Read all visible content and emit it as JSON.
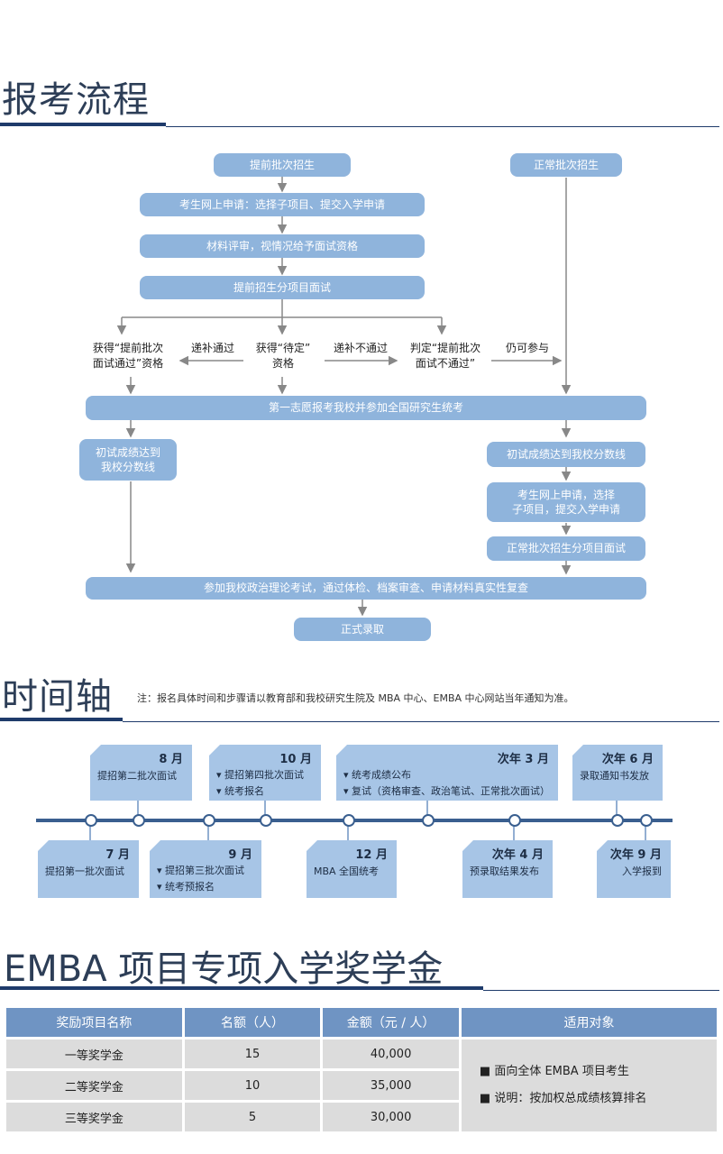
{
  "sections": {
    "process_title": "报考流程",
    "timeline_title": "时间轴",
    "timeline_note": "注：报名具体时间和步骤请以教育部和我校研究生院及 MBA 中心、EMBA 中心网站当年通知为准。",
    "scholarship_title": "EMBA 项目专项入学奖学金"
  },
  "flow": {
    "early_batch": "提前批次招生",
    "normal_batch": "正常批次招生",
    "online_apply": "考生网上申请：选择子项目、提交入学申请",
    "material_review": "材料评审，视情况给予面试资格",
    "early_interview": "提前招生分项目面试",
    "result_pass_1": "获得“提前批次",
    "result_pass_2": "面试通过”资格",
    "supplement_pass": "递补通过",
    "result_pending_1": "获得“待定”",
    "result_pending_2": "资格",
    "supplement_fail": "递补不通过",
    "result_fail_1": "判定“提前批次",
    "result_fail_2": "面试不通过”",
    "still_join": "仍可参与",
    "national_exam": "第一志愿报考我校并参加全国研究生统考",
    "score_left_1": "初试成绩达到",
    "score_left_2": "我校分数线",
    "score_right": "初试成绩达到我校分数线",
    "online_apply_right_1": "考生网上申请，选择",
    "online_apply_right_2": "子项目，提交入学申请",
    "normal_interview": "正常批次招生分项目面试",
    "political_exam": "参加我校政治理论考试，通过体检、档案审查、申请材料真实性复查",
    "admission": "正式录取"
  },
  "timeline": {
    "top": [
      {
        "month": "8 月",
        "lines": [
          "提招第二批次面试"
        ]
      },
      {
        "month": "10 月",
        "lines": [
          "▾ 提招第四批次面试",
          "▾ 统考报名"
        ]
      },
      {
        "month": "次年 3 月",
        "lines": [
          "▾ 统考成绩公布",
          "▾ 复试（资格审查、政治笔试、正常批次面试）"
        ]
      },
      {
        "month": "次年 6 月",
        "lines": [
          "录取通知书发放"
        ]
      }
    ],
    "bottom": [
      {
        "month": "7 月",
        "lines": [
          "提招第一批次面试"
        ]
      },
      {
        "month": "9 月",
        "lines": [
          "▾ 提招第三批次面试",
          "▾ 统考预报名"
        ]
      },
      {
        "month": "12 月",
        "lines": [
          "MBA 全国统考"
        ]
      },
      {
        "month": "次年 4 月",
        "lines": [
          "预录取结果发布"
        ]
      },
      {
        "month": "次年 9 月",
        "lines": [
          "入学报到"
        ]
      }
    ]
  },
  "scholarship": {
    "headers": [
      "奖励项目名称",
      "名额（人）",
      "金额（元 / 人）",
      "适用对象"
    ],
    "rows": [
      [
        "一等奖学金",
        "15",
        "40,000"
      ],
      [
        "二等奖学金",
        "10",
        "35,000"
      ],
      [
        "三等奖学金",
        "5",
        "30,000"
      ]
    ],
    "target_1": "■ 面向全体 EMBA 项目考生",
    "target_2": "■ 说明：按加权总成绩核算排名"
  },
  "colors": {
    "pill": "#8fb4dc",
    "header": "#6f94c3",
    "rule": "#1f3b6b",
    "timeline_box": "#a7c5e6"
  }
}
